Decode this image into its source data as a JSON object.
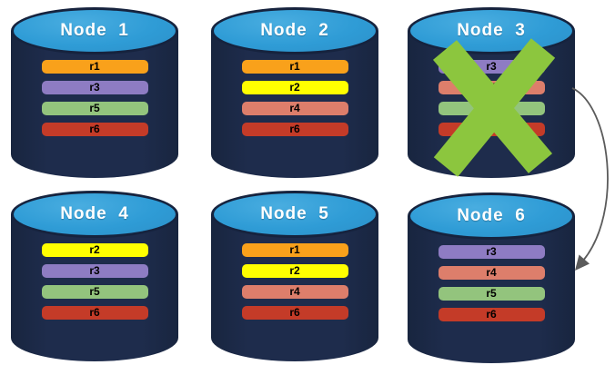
{
  "diagram": {
    "description_label": "database-cluster-failover-diagram",
    "nodes": [
      {
        "label": "Node  1",
        "replicas": [
          "r1",
          "r3",
          "r5",
          "r6"
        ],
        "failed": false
      },
      {
        "label": "Node  2",
        "replicas": [
          "r1",
          "r2",
          "r4",
          "r6"
        ],
        "failed": false
      },
      {
        "label": "Node  3",
        "replicas": [
          "r3",
          "r4",
          "r5",
          "r6"
        ],
        "failed": true
      },
      {
        "label": "Node  4",
        "replicas": [
          "r2",
          "r3",
          "r5",
          "r6"
        ],
        "failed": false
      },
      {
        "label": "Node  5",
        "replicas": [
          "r1",
          "r2",
          "r4",
          "r6"
        ],
        "failed": false
      },
      {
        "label": "Node  6",
        "replicas": [
          "r3",
          "r4",
          "r5",
          "r6"
        ],
        "failed": false
      }
    ],
    "replica_colors": {
      "r1": "#F9A11B",
      "r2": "#FFFF00",
      "r3": "#8E7CC3",
      "r4": "#DD7E6B",
      "r5": "#93C47D",
      "r6": "#C43B28"
    },
    "colors": {
      "cylinder_body": "#1E2C4C",
      "cylinder_cap": "#2F9CD6",
      "cap_border": "#16233E",
      "x_mark": "#8CC63E",
      "arrow": "#5B5B5B",
      "background": "#FFFFFF",
      "title_text": "#FFFFFF",
      "bar_text": "#000000"
    },
    "failure_arrow": {
      "from": "Node 3",
      "to": "Node 6"
    }
  }
}
